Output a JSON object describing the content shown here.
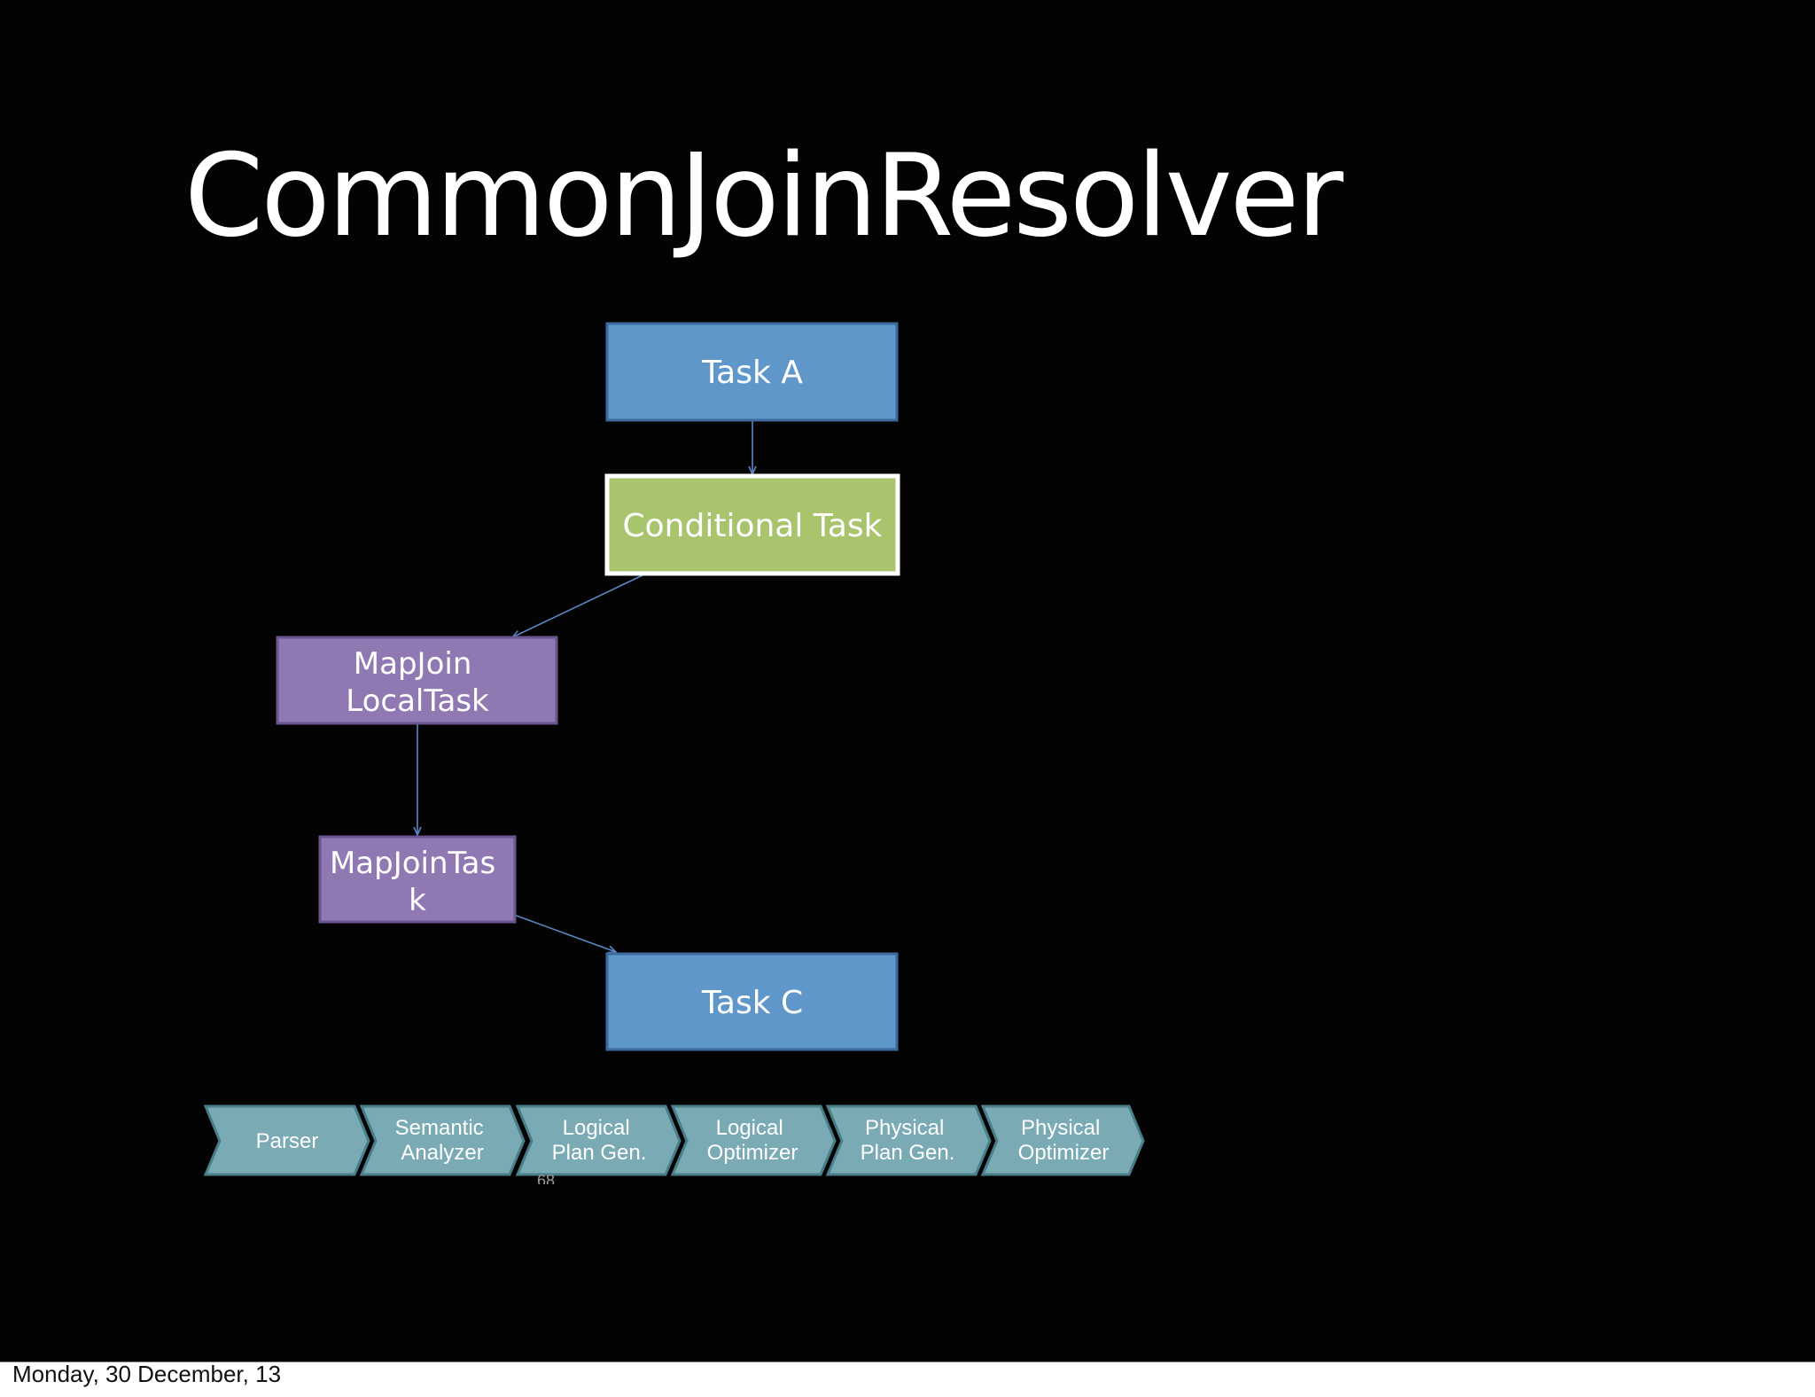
{
  "slide": {
    "title": "CommonJoinResolver",
    "page_number": "68",
    "footer_date": "Monday, 30 December, 13"
  },
  "colors": {
    "background": "#030303",
    "task_blue": "#6097cb",
    "task_blue_border": "#3d6a9c",
    "conditional_green": "#a8c46d",
    "conditional_border": "#ffffff",
    "mapjoin_purple": "#9079b3",
    "mapjoin_border": "#6a5590",
    "arrow": "#5a86c2",
    "chevron_fill": "#7aaab4",
    "chevron_border": "#4a7f8a"
  },
  "diagram": {
    "nodes": {
      "task_a": {
        "lines": [
          "Task A"
        ]
      },
      "conditional_task": {
        "lines": [
          "Conditional Task"
        ]
      },
      "mapjoin_localtask": {
        "lines": [
          "MapJoin",
          "LocalTask"
        ]
      },
      "mapjointask": {
        "lines": [
          "MapJoinTas",
          "k"
        ]
      },
      "task_c": {
        "lines": [
          "Task C"
        ]
      }
    },
    "edges": [
      {
        "from": "task_a",
        "to": "conditional_task"
      },
      {
        "from": "conditional_task",
        "to": "mapjoin_localtask"
      },
      {
        "from": "mapjoin_localtask",
        "to": "mapjointask"
      },
      {
        "from": "mapjointask",
        "to": "task_c"
      }
    ]
  },
  "pipeline": {
    "stages": [
      {
        "lines": [
          "Parser"
        ]
      },
      {
        "lines": [
          "Semantic",
          "Analyzer"
        ]
      },
      {
        "lines": [
          "Logical",
          "Plan Gen."
        ]
      },
      {
        "lines": [
          "Logical",
          "Optimizer"
        ]
      },
      {
        "lines": [
          "Physical",
          "Plan Gen."
        ]
      },
      {
        "lines": [
          "Physical",
          "Optimizer"
        ]
      }
    ]
  }
}
